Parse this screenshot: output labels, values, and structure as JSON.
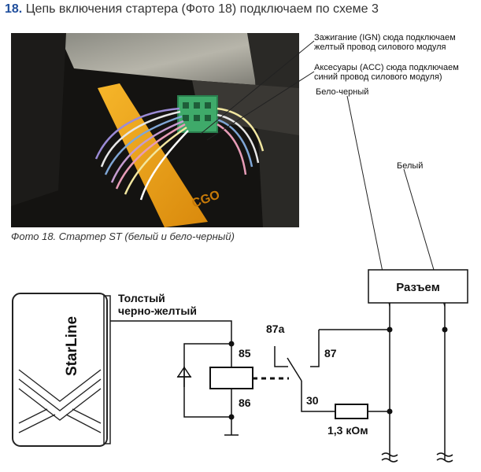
{
  "heading": {
    "number": "18.",
    "text": "Цепь включения стартера (Фото 18) подключаем по схеме 3"
  },
  "photo": {
    "caption": "Фото 18. Стартер ST (белый и бело-черный)",
    "stamp": "CGO"
  },
  "annotations": {
    "ign": [
      "Зажигание (IGN) сюда подключаем",
      "желтый провод силового модуля"
    ],
    "acc": [
      "Аксесуары (ACC) сюда подключаем",
      "синий провод силового модуля)"
    ],
    "white_black": "Бело-черный",
    "white": "Белый"
  },
  "schematic": {
    "unit_brand": "StarLine",
    "wire_label": [
      "Толстый",
      "черно-желтый"
    ],
    "connector": "Разъем",
    "pins": {
      "p85": "85",
      "p86": "86",
      "p87": "87",
      "p87a": "87a",
      "p30": "30"
    },
    "resistor": "1,3 кОм"
  }
}
